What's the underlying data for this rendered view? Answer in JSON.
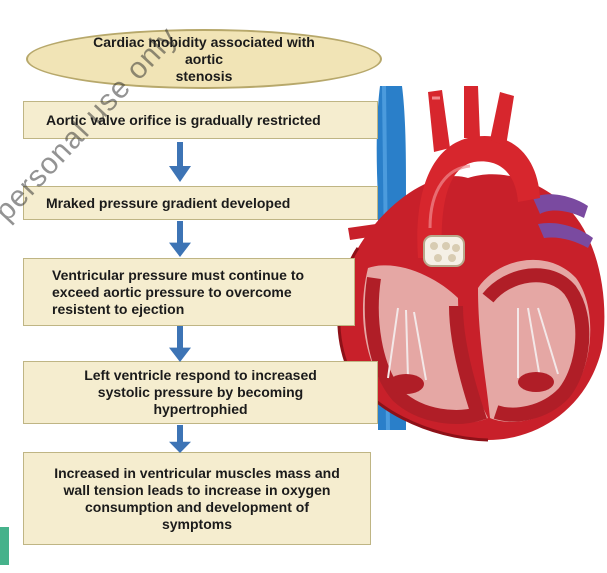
{
  "title": "Cardiac mobidity associated with aortic\nstenosis",
  "steps": [
    "Aortic valve orifice is gradually restricted",
    "Mraked pressure gradient developed",
    "Ventricular pressure must continue to\nexceed aortic pressure to overcome\nresistent to ejection",
    "Left ventricle respond to increased\nsystolic pressure by becoming\nhypertrophied",
    "Increased in ventricular muscles mass and\nwall tension leads to increase in oxygen\nconsumption and development of\nsymptoms"
  ],
  "watermark": "personal use only",
  "colors": {
    "box_fill": "#f5edcf",
    "oval_fill": "#f1e4b6",
    "arrow": "#3d74b5",
    "aorta_red": "#d7262d",
    "vena_cava_blue": "#2a7fc9",
    "accent_tag": "#46b28b"
  },
  "illustration": "heart-cross-section-icon"
}
